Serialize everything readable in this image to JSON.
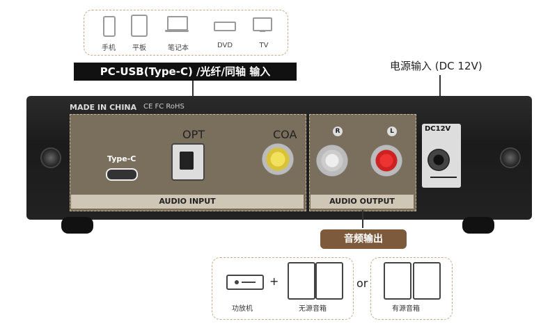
{
  "sources": {
    "items": [
      {
        "label": "手机",
        "icon": "phone-icon"
      },
      {
        "label": "平板",
        "icon": "tablet-icon"
      },
      {
        "label": "笔记本",
        "icon": "laptop-icon"
      },
      {
        "label": "DVD",
        "icon": "dvd-icon"
      },
      {
        "label": "TV",
        "icon": "tv-icon"
      }
    ]
  },
  "input_banner": "PC-USB(Type-C) /光纤/同轴 输入",
  "power_label": "电源输入 (DC 12V)",
  "device": {
    "made_in": "MADE IN CHINA",
    "cert": "CE FC RoHS",
    "typec": "Type-C",
    "opt": "OPT",
    "coa": "COA",
    "r": "R",
    "l": "L",
    "audio_input": "AUDIO INPUT",
    "audio_output": "AUDIO OUTPUT",
    "dc": "DC12V"
  },
  "output_pill": "音频输出",
  "outputs": {
    "amp_label": "功放机",
    "passive_label": "无源音箱",
    "or": "or",
    "active_label": "有源音箱",
    "plus": "+"
  }
}
